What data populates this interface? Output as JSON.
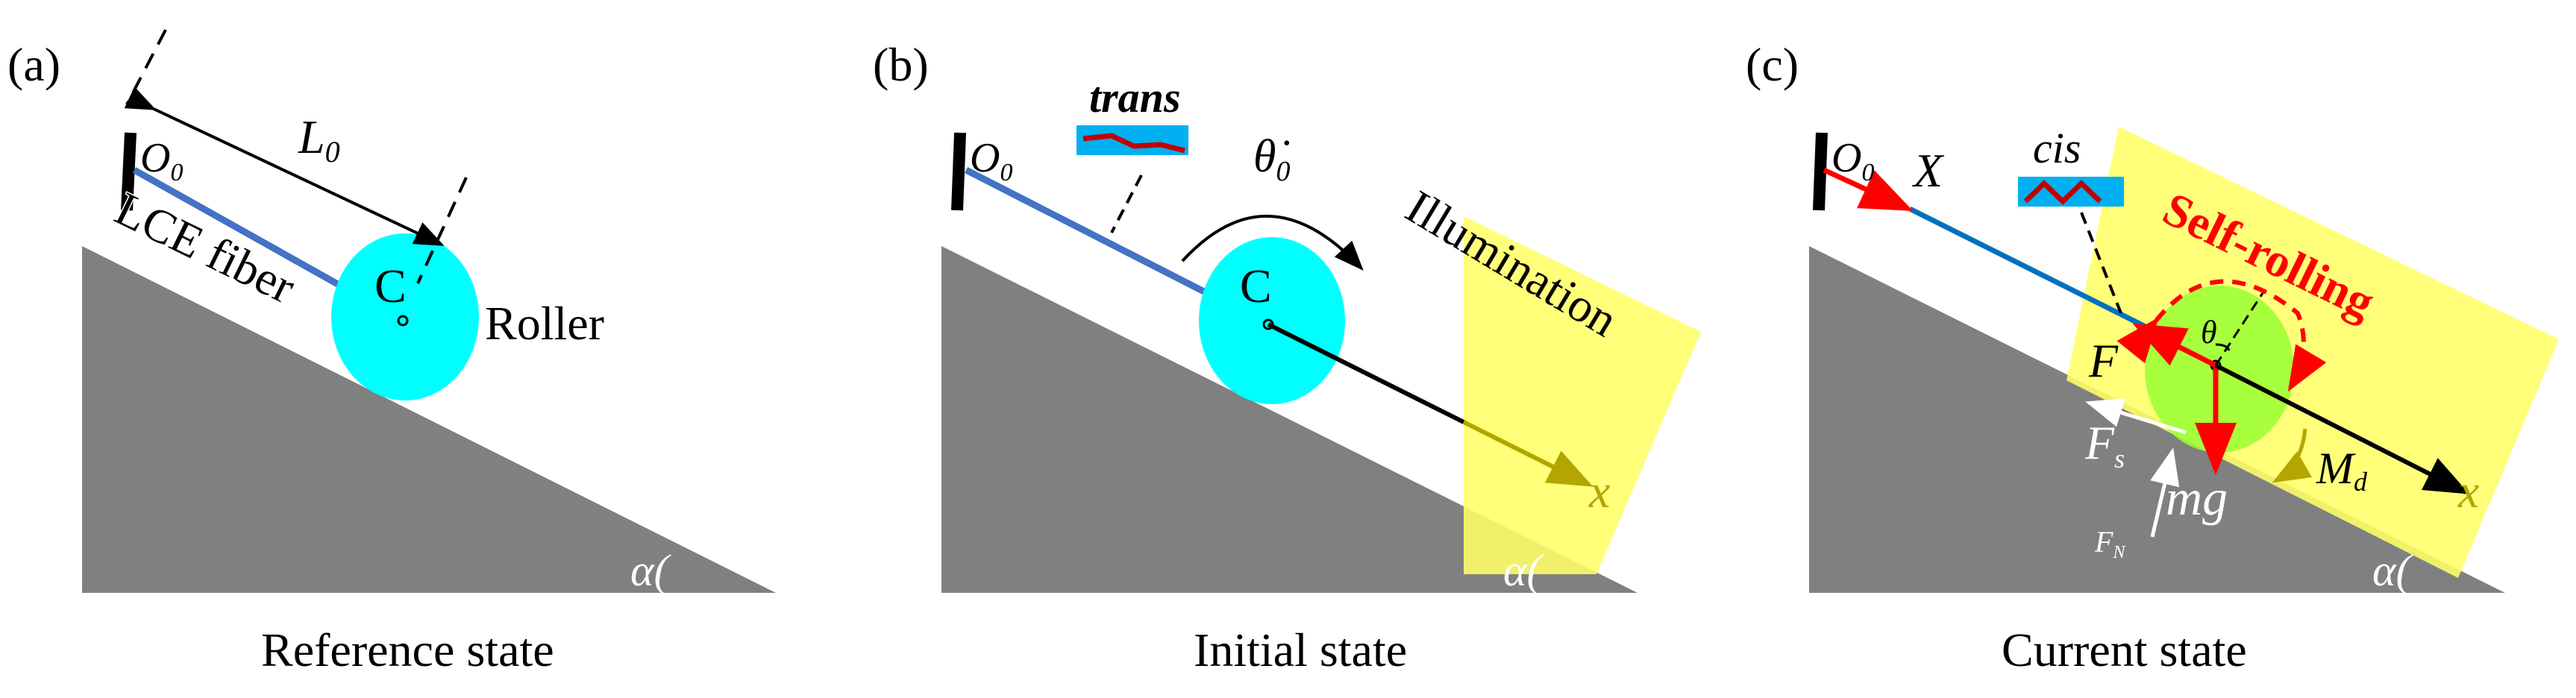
{
  "panels": [
    {
      "id": "a",
      "label": "(a)",
      "caption": "Reference state",
      "origin": "O",
      "origin_sub": "0",
      "length_label": "L",
      "length_sub": "0",
      "fiber_label": "LCE fiber",
      "center_label": "C",
      "roller_label": "Roller",
      "angle_label": "α("
    },
    {
      "id": "b",
      "label": "(b)",
      "caption": "Initial state",
      "origin": "O",
      "origin_sub": "0",
      "isomer": "trans",
      "angular_velocity": "θ̇",
      "angular_velocity_sub": "0",
      "center_label": "C",
      "illumination": "Illumination",
      "axis_x": "x",
      "angle_label": "α("
    },
    {
      "id": "c",
      "label": "(c)",
      "caption": "Current state",
      "origin": "O",
      "origin_sub": "0",
      "axis_X": "X",
      "isomer": "cis",
      "motion": "Self-rolling",
      "theta": "θ",
      "force_F": "F",
      "force_Fs": "F",
      "force_Fs_sub": "s",
      "force_FN": "F",
      "force_FN_sub": "N",
      "weight": "mg",
      "moment": "M",
      "moment_sub": "d",
      "axis_x": "x",
      "angle_label": "α("
    }
  ],
  "colors": {
    "slope": "#808080",
    "roller_dark": "#00ffff",
    "roller_lit": "#99ff33",
    "illumination": "#ffff66",
    "fiber_dark": "#4472c4",
    "fiber_lit": "#0070c0",
    "force_red": "#ff0000",
    "x_axis_olive": "#b3a600",
    "isomer_box": "#00b0f0",
    "isomer_wave": "#c00000",
    "wall": "#000000"
  }
}
